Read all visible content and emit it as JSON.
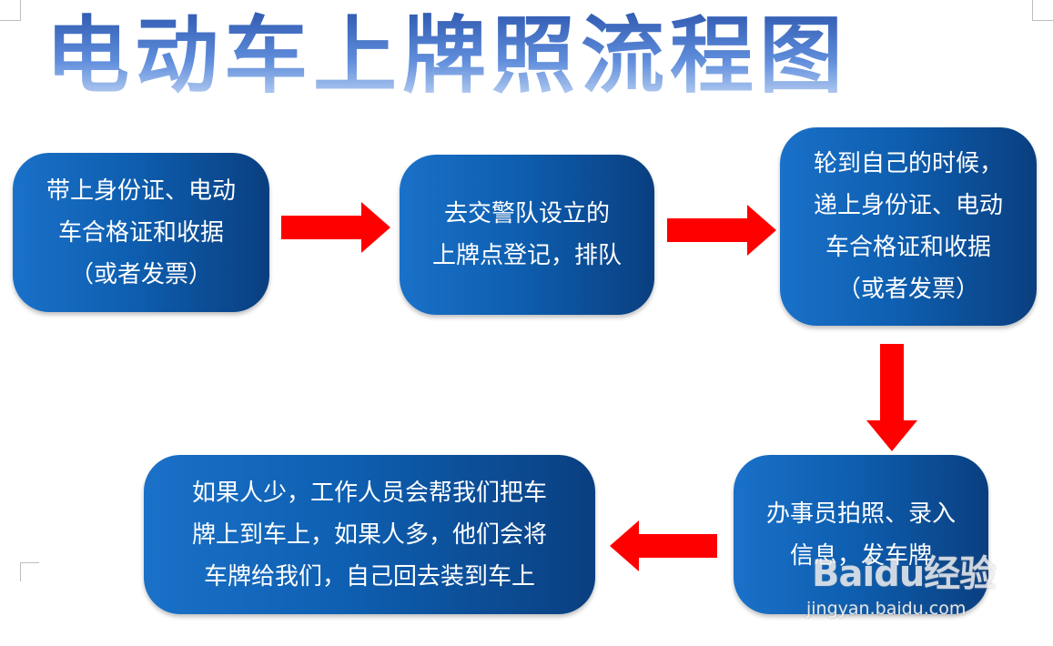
{
  "title": "电动车上牌照流程图",
  "steps": [
    {
      "lines": [
        "带上身份证、电动",
        "车合格证和收据",
        "（或者发票）"
      ]
    },
    {
      "lines": [
        "去交警队设立的",
        "上牌点登记，排队"
      ]
    },
    {
      "lines": [
        "轮到自己的时候，",
        "递上身份证、电动",
        "车合格证和收据",
        "（或者发票）"
      ]
    },
    {
      "lines": [
        "办事员拍照、录入",
        "信息，发车牌"
      ]
    },
    {
      "lines": [
        "如果人少，工作人员会帮我们把车",
        "牌上到车上，如果人多，他们会将",
        "车牌给我们，自己回去装到车上"
      ]
    }
  ],
  "colors": {
    "box_start": "#1a71c8",
    "box_end": "#0a3f80",
    "arrow": "#ff0000",
    "title": "#3f6ec2"
  },
  "watermark": {
    "logo": "Baidu经验",
    "url": "jingyan.baidu.com"
  }
}
